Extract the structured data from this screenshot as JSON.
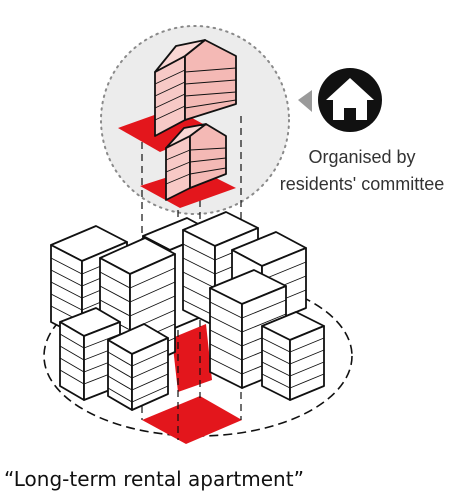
{
  "callout": {
    "line1": "Organised by",
    "line2": "residents' committee",
    "icon": "house-icon"
  },
  "caption": "“Long-term rental apartment”",
  "colors": {
    "accent_red": "#e3161c",
    "house_pink": "#f7c9c6",
    "circle_fill": "#ececec",
    "callout_disc": "#111111",
    "arrow_grey": "#9a9a9a",
    "outline": "#111111"
  }
}
